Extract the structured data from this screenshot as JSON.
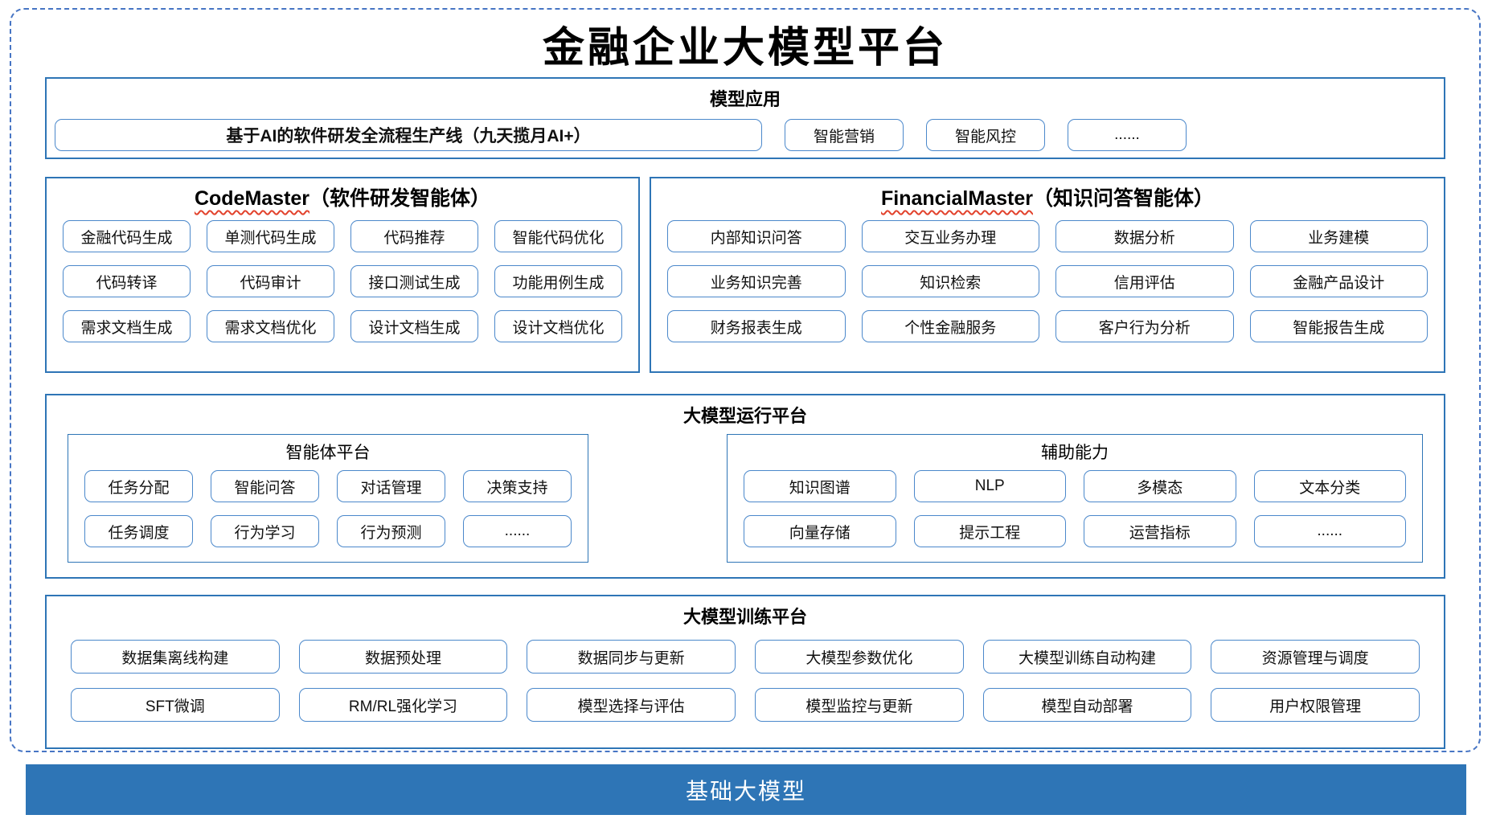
{
  "page": {
    "title": "金融企业大模型平台"
  },
  "colors": {
    "accent_blue": "#2E75B6",
    "box_border_blue": "#4B88CB",
    "dashed_frame_blue": "#4775C4",
    "squiggle_red": "#E2422C",
    "footer_bg": "#2E75B6",
    "footer_text": "#FFFFFF"
  },
  "sections": {
    "model_apps": {
      "title": "模型应用",
      "pipeline": "基于AI的软件研发全流程生产线（九天揽月AI+）",
      "items": [
        "智能营销",
        "智能风控",
        "......"
      ]
    },
    "code_master": {
      "title_en": "CodeMaster",
      "title_zh": "（软件研发智能体）",
      "rows": [
        [
          "金融代码生成",
          "单测代码生成",
          "代码推荐",
          "智能代码优化"
        ],
        [
          "代码转译",
          "代码审计",
          "接口测试生成",
          "功能用例生成"
        ],
        [
          "需求文档生成",
          "需求文档优化",
          "设计文档生成",
          "设计文档优化"
        ]
      ]
    },
    "financial_master": {
      "title_en": "FinancialMaster",
      "title_zh": "（知识问答智能体）",
      "rows": [
        [
          "内部知识问答",
          "交互业务办理",
          "数据分析",
          "业务建模"
        ],
        [
          "业务知识完善",
          "知识检索",
          "信用评估",
          "金融产品设计"
        ],
        [
          "财务报表生成",
          "个性金融服务",
          "客户行为分析",
          "智能报告生成"
        ]
      ]
    },
    "runtime": {
      "title": "大模型运行平台",
      "agent_platform": {
        "title": "智能体平台",
        "rows": [
          [
            "任务分配",
            "智能问答",
            "对话管理",
            "决策支持"
          ],
          [
            "任务调度",
            "行为学习",
            "行为预测",
            "......"
          ]
        ]
      },
      "aux": {
        "title": "辅助能力",
        "rows": [
          [
            "知识图谱",
            "NLP",
            "多模态",
            "文本分类"
          ],
          [
            "向量存储",
            "提示工程",
            "运营指标",
            "......"
          ]
        ]
      }
    },
    "training": {
      "title": "大模型训练平台",
      "rows": [
        [
          "数据集离线构建",
          "数据预处理",
          "数据同步与更新",
          "大模型参数优化",
          "大模型训练自动构建",
          "资源管理与调度"
        ],
        [
          "SFT微调",
          "RM/RL强化学习",
          "模型选择与评估",
          "模型监控与更新",
          "模型自动部署",
          "用户权限管理"
        ]
      ]
    },
    "foundation": {
      "title": "基础大模型"
    }
  }
}
